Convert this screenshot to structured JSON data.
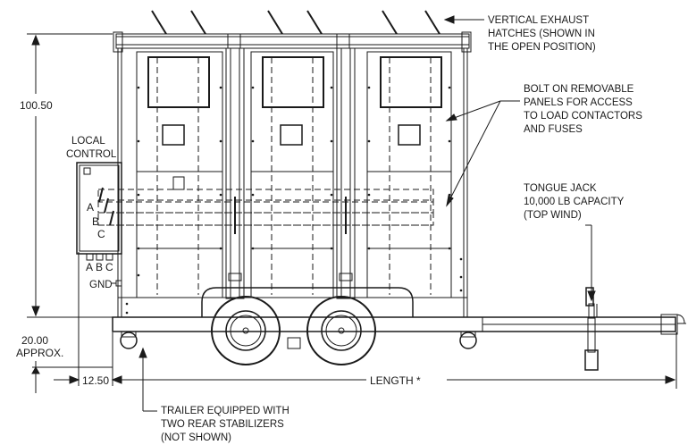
{
  "labels": {
    "exhaust": [
      "VERTICAL EXHAUST",
      "HATCHES (SHOWN IN",
      "THE OPEN POSITION)"
    ],
    "panels": [
      "BOLT ON REMOVABLE",
      "PANELS FOR ACCESS",
      "TO LOAD CONTACTORS",
      "AND FUSES"
    ],
    "local_control": [
      "LOCAL",
      "CONTROL"
    ],
    "tongue_jack": [
      "TONGUE JACK",
      "10,000 LB CAPACITY",
      "(TOP WIND)"
    ],
    "stabilizers": [
      "TRAILER EQUIPPED WITH",
      "TWO REAR STABILIZERS",
      "(NOT SHOWN)"
    ],
    "switch_a": "A",
    "switch_b": "B",
    "switch_c": "C",
    "terminal_a": "A",
    "terminal_b": "B",
    "terminal_c": "C",
    "gnd": "GND"
  },
  "dimensions": {
    "height": "100.50",
    "ground_clearance": [
      "20.00",
      "APPROX."
    ],
    "offset": "12.50",
    "length": "LENGTH *"
  }
}
